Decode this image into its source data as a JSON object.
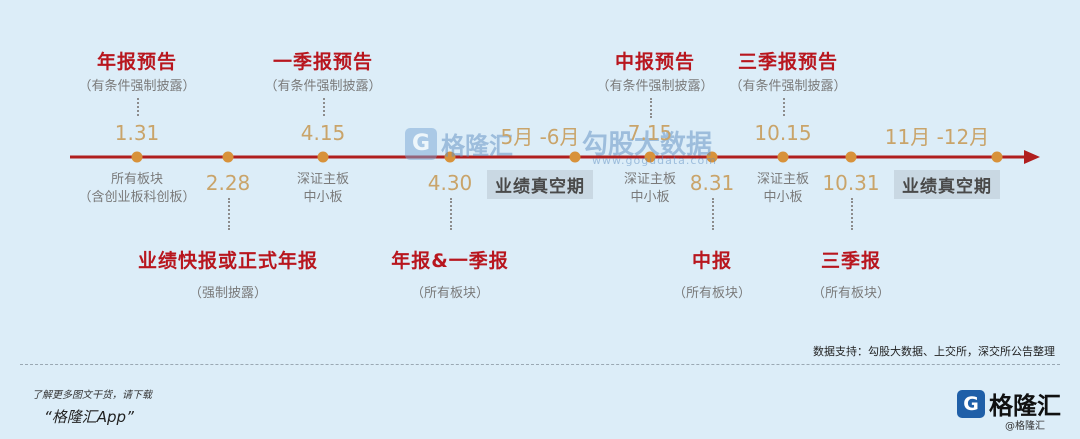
{
  "events_top": [
    {
      "title": "年报预告",
      "sub": "（有条件强制披露）",
      "date": "1.31",
      "desc1": "所有板块",
      "desc2": "（含创业板科创板）"
    },
    {
      "title": "一季报预告",
      "sub": "（有条件强制披露）",
      "date": "4.15",
      "desc1": "深证主板",
      "desc2": "中小板"
    },
    {
      "title": "中报预告",
      "sub": "（有条件强制披露）",
      "date": "7.15",
      "desc1": "深证主板",
      "desc2": "中小板"
    },
    {
      "title": "三季报预告",
      "sub": "（有条件强制披露）",
      "date": "10.15",
      "desc1": "深证主板",
      "desc2": "中小板"
    }
  ],
  "events_bottom": [
    {
      "date": "2.28",
      "title": "业绩快报或正式年报",
      "sub": "（强制披露）"
    },
    {
      "date": "4.30",
      "title": "年报&一季报",
      "sub": "（所有板块）"
    },
    {
      "date": "8.31",
      "title": "中报",
      "sub": "（所有板块）"
    },
    {
      "date": "10.31",
      "title": "三季报",
      "sub": "（所有板块）"
    }
  ],
  "blank_periods": [
    {
      "range": "5月 -6月",
      "label": "业绩真空期"
    },
    {
      "range": "11月 -12月",
      "label": "业绩真空期"
    }
  ],
  "watermark": {
    "logo_letter": "G",
    "name": "格隆汇",
    "name2": "勾股大数据",
    "url": "www.gogudata.com"
  },
  "source_note": "数据支持：勾股大数据、上交所，深交所公告整理",
  "footer": {
    "line1": "了解更多图文干货，请下载",
    "app": "“格隆汇App”"
  },
  "logo": {
    "letter": "G",
    "name": "格隆汇",
    "small": "@格隆汇"
  },
  "colors": {
    "timeline": "#b01e1e",
    "dot": "#d8923a",
    "title_red": "#b8161e",
    "date_gold": "#c9a46a"
  }
}
